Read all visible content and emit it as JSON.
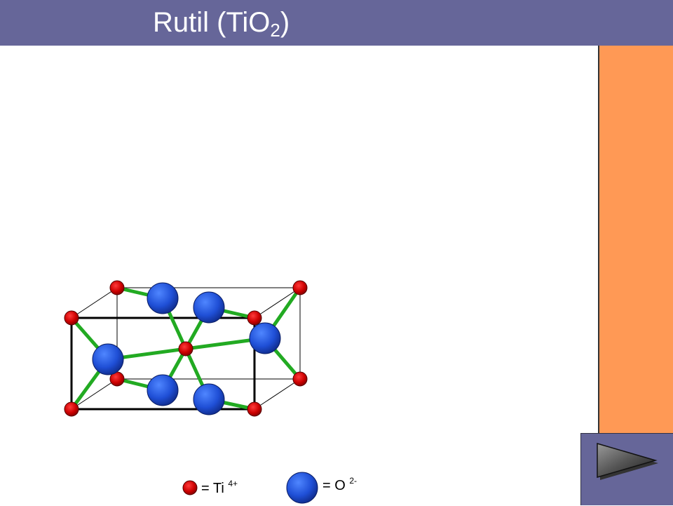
{
  "slide": {
    "title_main": "Rutil (TiO",
    "title_sub": "2",
    "title_end": ")"
  },
  "colors": {
    "header": "#666699",
    "side_panel": "#ff9955",
    "titanium": "#cc0000",
    "oxygen": "#2244cc",
    "bond": "#22aa22"
  },
  "icons": {
    "next": "play-triangle-icon"
  },
  "legend": {
    "ti": {
      "prefix": "= Ti",
      "charge": "4+"
    },
    "o": {
      "prefix": "= O",
      "charge": "2-"
    }
  }
}
